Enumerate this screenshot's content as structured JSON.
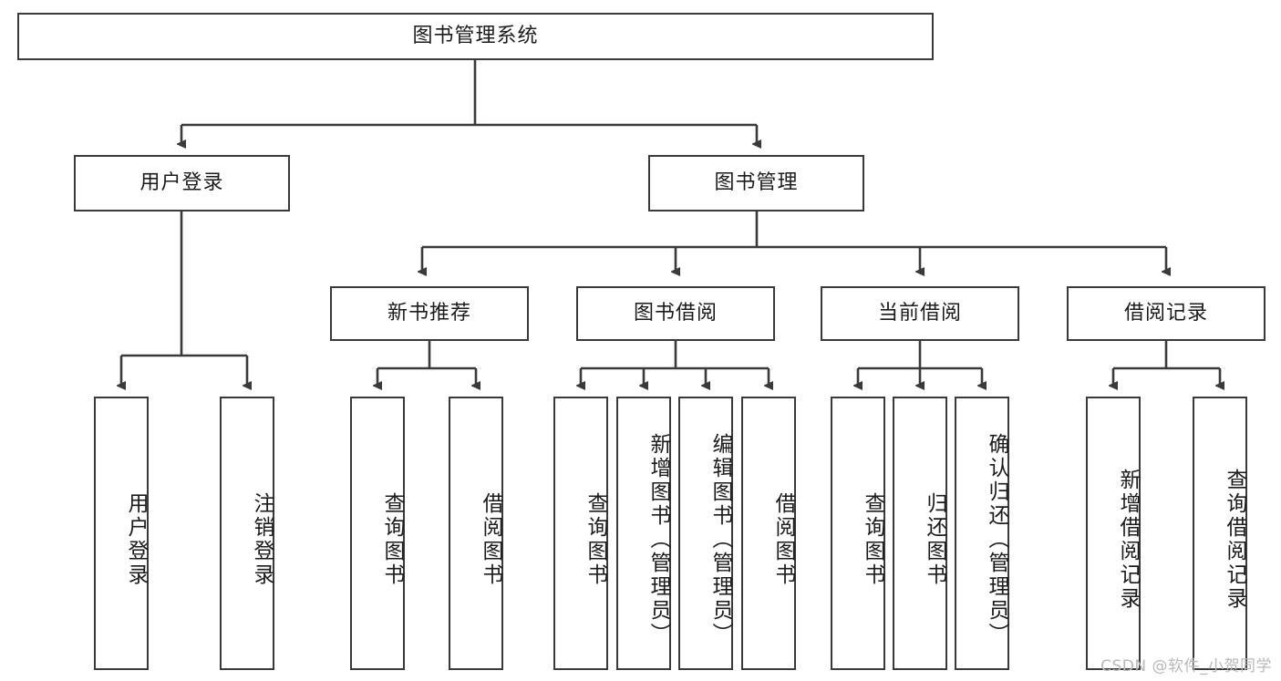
{
  "diagram": {
    "title": "图书管理系统",
    "type": "tree-hierarchy",
    "watermark": "CSDN @软件_小贺同学",
    "colors": {
      "background": "#ffffff",
      "box_border": "#3a3a3a",
      "box_fill": "#ffffff",
      "edge": "#3a3a3a",
      "text": "#1b1b1b",
      "watermark": "#b9b9b9"
    },
    "nodes": {
      "root": {
        "label": "图书管理系统",
        "level": 1,
        "orientation": "horizontal"
      },
      "l2": [
        {
          "id": "user-login",
          "label": "用户登录",
          "level": 2,
          "orientation": "horizontal"
        },
        {
          "id": "book-manage",
          "label": "图书管理",
          "level": 2,
          "orientation": "horizontal"
        }
      ],
      "l3": [
        {
          "id": "new-book-recommend",
          "label": "新书推荐",
          "level": 3,
          "orientation": "horizontal"
        },
        {
          "id": "book-borrow",
          "label": "图书借阅",
          "level": 3,
          "orientation": "horizontal"
        },
        {
          "id": "current-borrow",
          "label": "当前借阅",
          "level": 3,
          "orientation": "horizontal"
        },
        {
          "id": "borrow-record",
          "label": "借阅记录",
          "level": 3,
          "orientation": "horizontal"
        }
      ],
      "leaves": {
        "user_login": [
          {
            "id": "leaf-user-login",
            "label": "用户登录",
            "orientation": "vertical"
          },
          {
            "id": "leaf-logout-login",
            "label": "注销登录",
            "orientation": "vertical"
          }
        ],
        "new_book_recommend": [
          {
            "id": "leaf-query-book-1",
            "label": "查询图书",
            "orientation": "vertical"
          },
          {
            "id": "leaf-borrow-book-1",
            "label": "借阅图书",
            "orientation": "vertical"
          }
        ],
        "book_borrow": [
          {
            "id": "leaf-query-book-2",
            "label": "查询图书",
            "orientation": "vertical"
          },
          {
            "id": "leaf-add-book",
            "label": "新增图书（管理员）",
            "orientation": "vertical"
          },
          {
            "id": "leaf-edit-book",
            "label": "编辑图书（管理员）",
            "orientation": "vertical"
          },
          {
            "id": "leaf-borrow-book-2",
            "label": "借阅图书",
            "orientation": "vertical"
          }
        ],
        "current_borrow": [
          {
            "id": "leaf-query-book-3",
            "label": "查询图书",
            "orientation": "vertical"
          },
          {
            "id": "leaf-return-book",
            "label": "归还图书",
            "orientation": "vertical"
          },
          {
            "id": "leaf-confirm-return",
            "label": "确认归还（管理员）",
            "orientation": "vertical"
          }
        ],
        "borrow_record": [
          {
            "id": "leaf-add-borrow-record",
            "label": "新增借阅记录",
            "orientation": "vertical"
          },
          {
            "id": "leaf-query-borrow-record",
            "label": "查询借阅记录",
            "orientation": "vertical"
          }
        ]
      }
    }
  }
}
